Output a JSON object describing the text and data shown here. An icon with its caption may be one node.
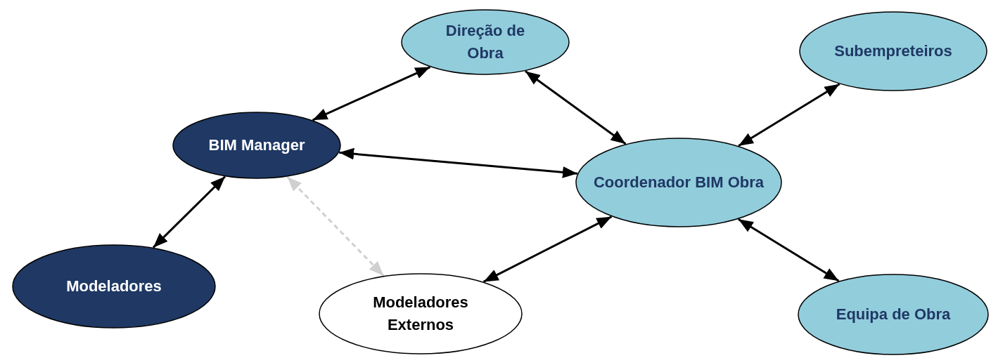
{
  "diagram": {
    "nodes": [
      {
        "text": [
          "Direção de Obra"
        ]
      },
      {
        "text": [
          "Subempreteiros"
        ]
      },
      {
        "text": [
          "BIM Manager"
        ]
      },
      {
        "text": [
          "Coordenador BIM Obra"
        ]
      },
      {
        "text": [
          "Modeladores"
        ]
      },
      {
        "text": [
          "Modeladores Externos"
        ]
      },
      {
        "text": [
          "Equipa de Obra"
        ]
      }
    ],
    "edges": [
      {
        "from": 2,
        "to": 0,
        "arrow": "both"
      },
      {
        "from": 0,
        "to": 3,
        "arrow": "both"
      },
      {
        "from": 1,
        "to": 3,
        "arrow": "both"
      },
      {
        "from": 2,
        "to": 3,
        "arrow": "both"
      },
      {
        "from": 2,
        "to": 4,
        "arrow": "both"
      },
      {
        "from": 2,
        "to": 5,
        "arrow": "both",
        "style": "dashed",
        "color": "#d0d0d0"
      },
      {
        "from": 3,
        "to": 5,
        "arrow": "both"
      },
      {
        "from": 3,
        "to": 6,
        "arrow": "both"
      }
    ]
  }
}
